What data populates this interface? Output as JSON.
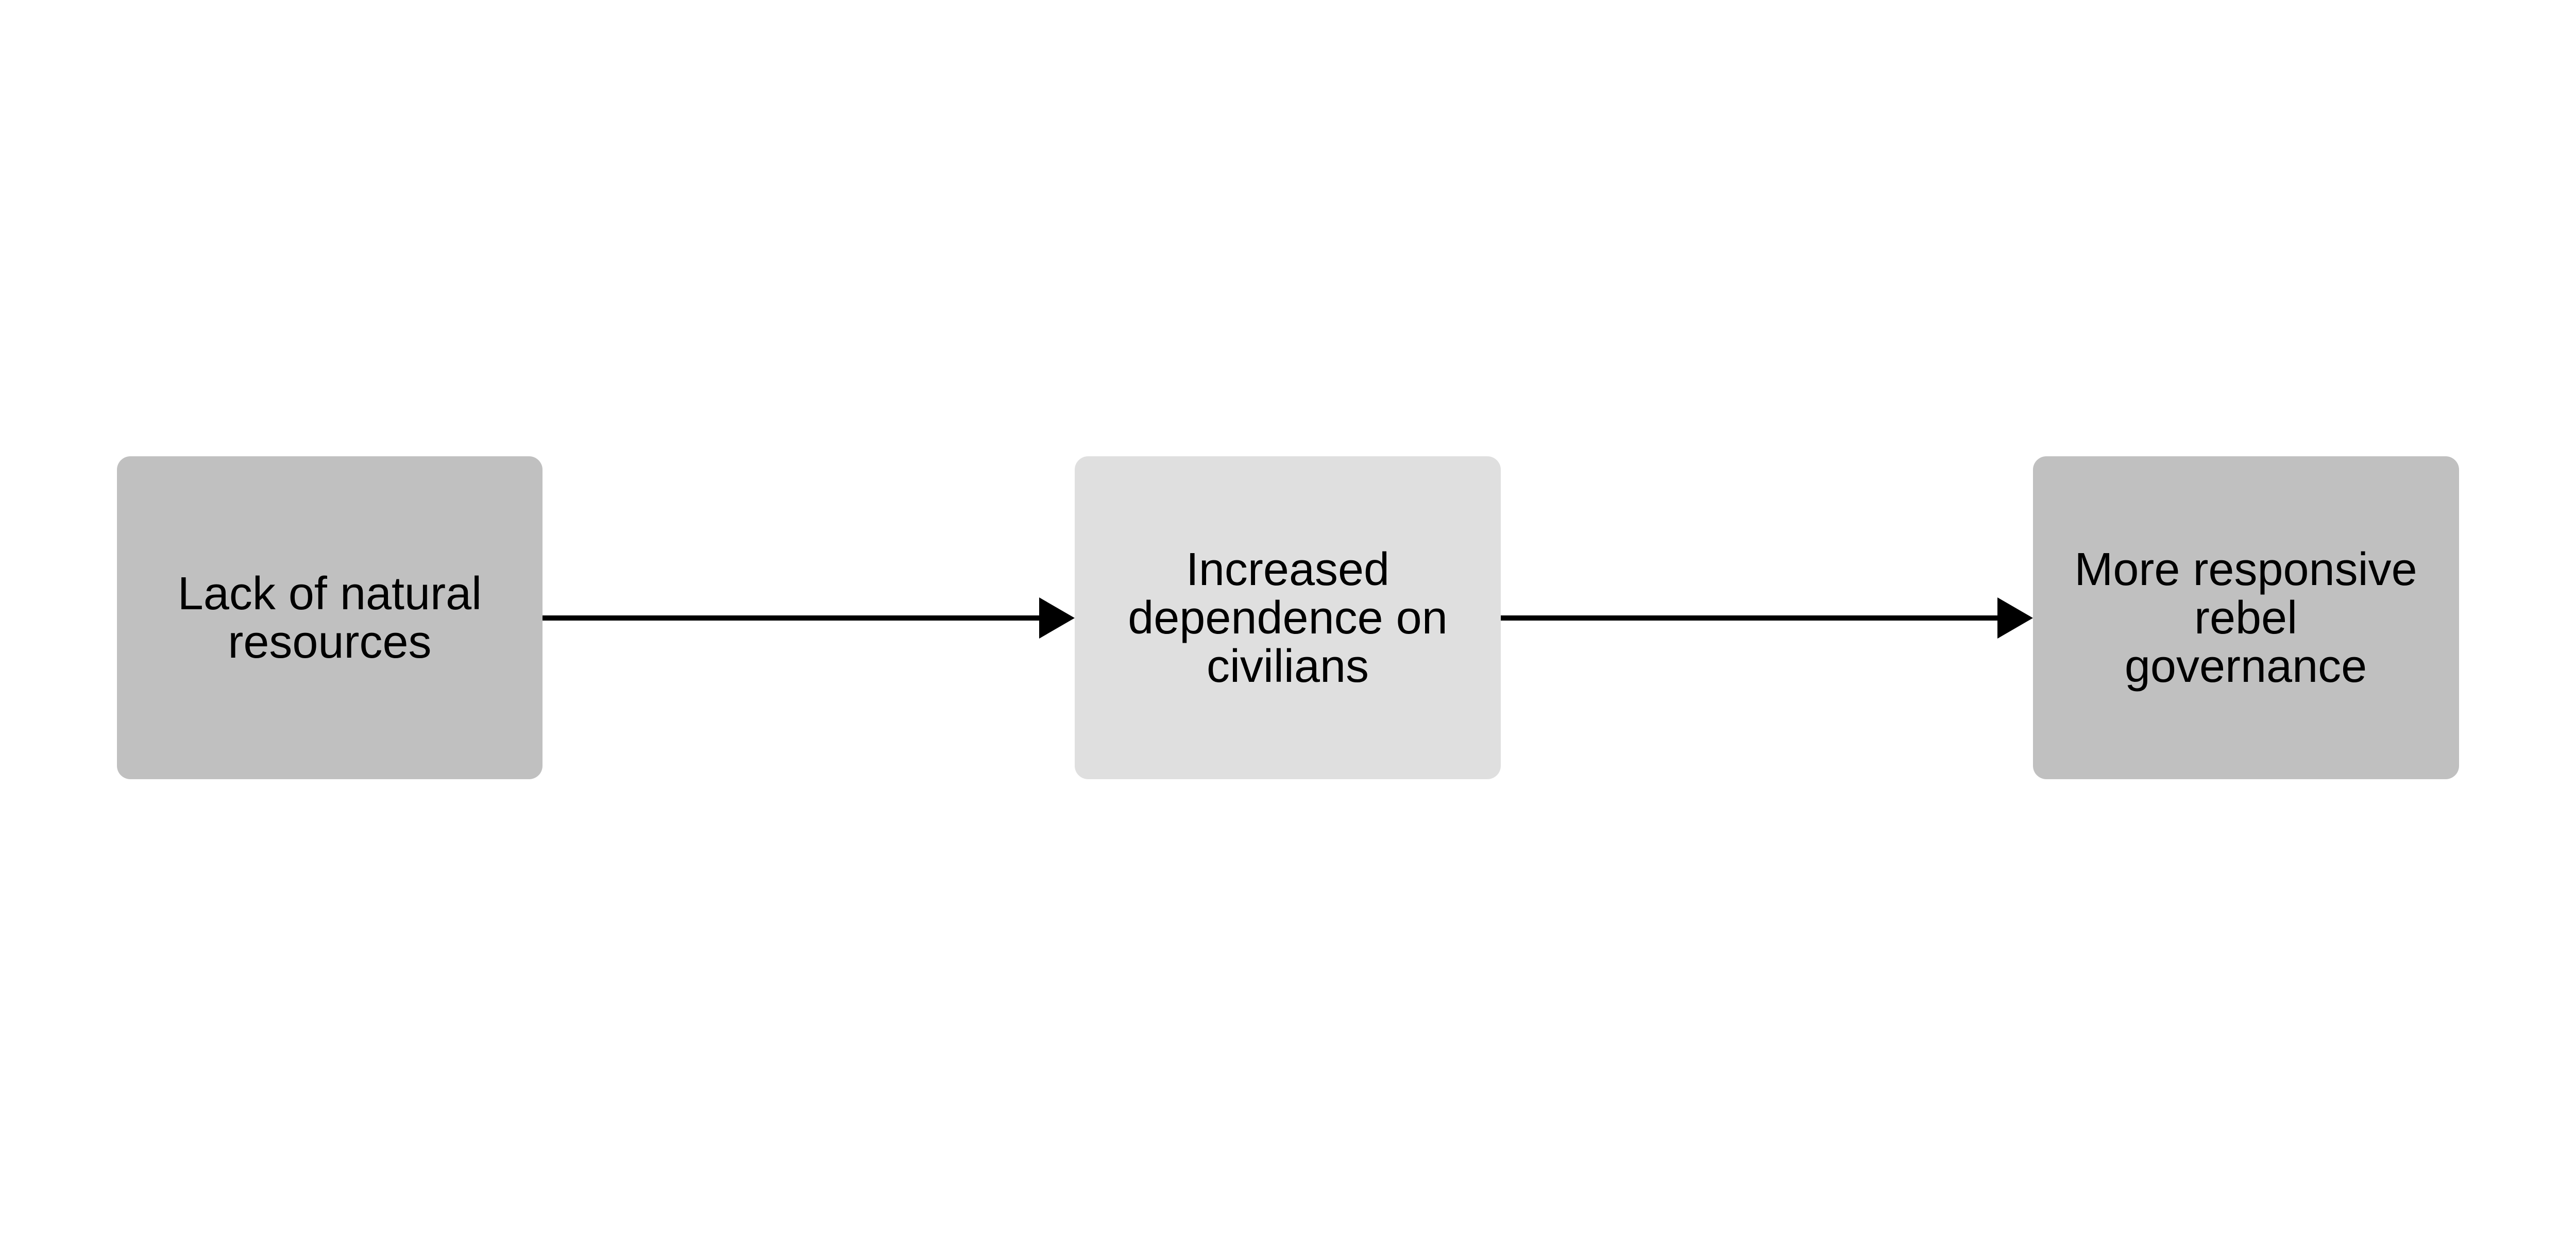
{
  "nodes": [
    {
      "label": "Lack of natural\nresources",
      "color": "#c0c0c0"
    },
    {
      "label": "Increased\ndependence on\ncivilians",
      "color": "#dfdfdf"
    },
    {
      "label": "More responsive\nrebel\ngovernance",
      "color": "#c0c0c0"
    }
  ],
  "edges": [
    {
      "from": "Lack of natural resources",
      "to": "Increased dependence on civilians"
    },
    {
      "from": "Increased dependence on civilians",
      "to": "More responsive rebel governance"
    }
  ],
  "arrow_color": "#000000"
}
